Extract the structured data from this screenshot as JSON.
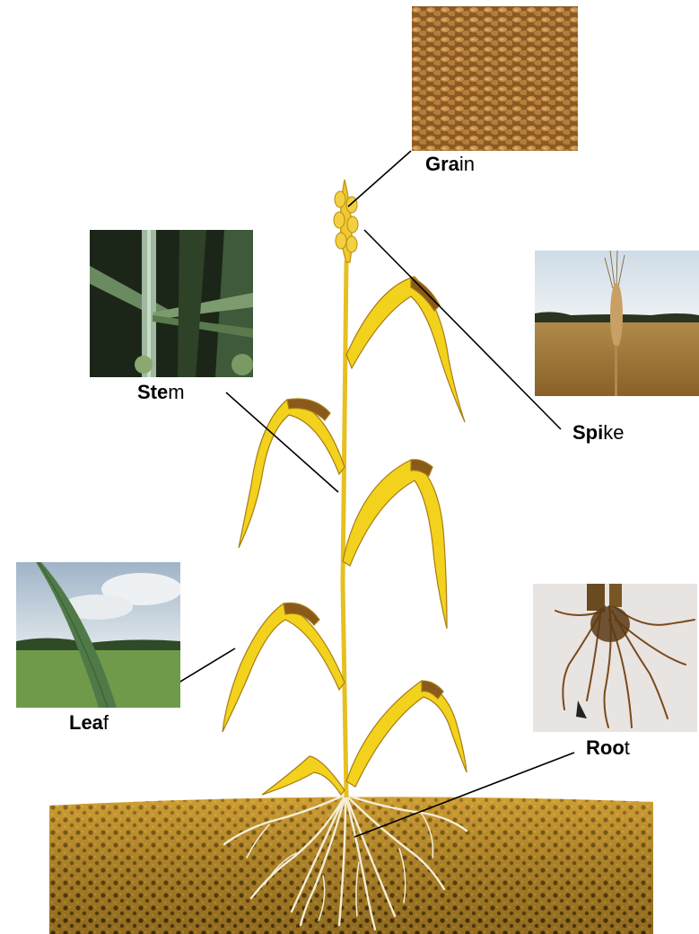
{
  "labels": {
    "grain": {
      "bold": "Gra",
      "rest": "in"
    },
    "spike": {
      "bold": "Spi",
      "rest": "ke"
    },
    "stem": {
      "bold": "Ste",
      "rest": "m"
    },
    "leaf": {
      "bold": "Lea",
      "rest": "f"
    },
    "root": {
      "bold": "Roo",
      "rest": "t"
    }
  },
  "colors": {
    "leaf_yellow": "#f2d21c",
    "leaf_brown": "#8a5a1a",
    "soil": "#b88a2a",
    "soil_dark": "#3a2a08",
    "root_white": "#f5f0dc",
    "leader_line": "#000000"
  }
}
